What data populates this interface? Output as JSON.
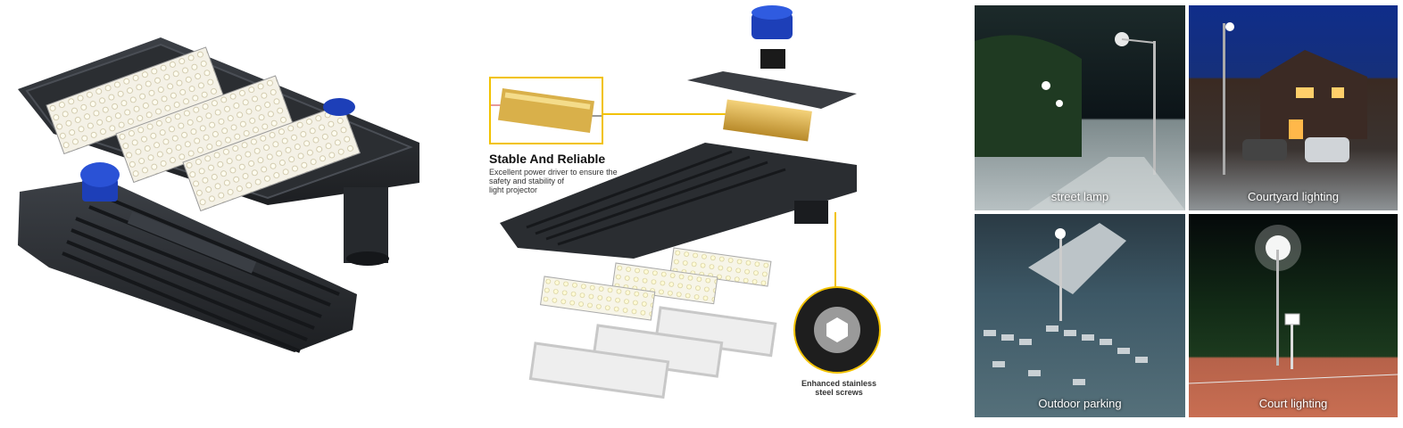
{
  "callout": {
    "title": "Stable And Reliable",
    "desc_lines": [
      "Excellent power driver to ensure the",
      "safety and stability of",
      "light projector"
    ]
  },
  "screw_label": [
    "Enhanced stainless",
    "steel screws"
  ],
  "photos": [
    {
      "caption": "street lamp"
    },
    {
      "caption": "Courtyard lighting"
    },
    {
      "caption": "Outdoor parking"
    },
    {
      "caption": "Court lighting"
    }
  ],
  "colors": {
    "accent": "#f2c200",
    "sensor_blue": "#1d3fb8",
    "housing": "#2a2d31"
  }
}
